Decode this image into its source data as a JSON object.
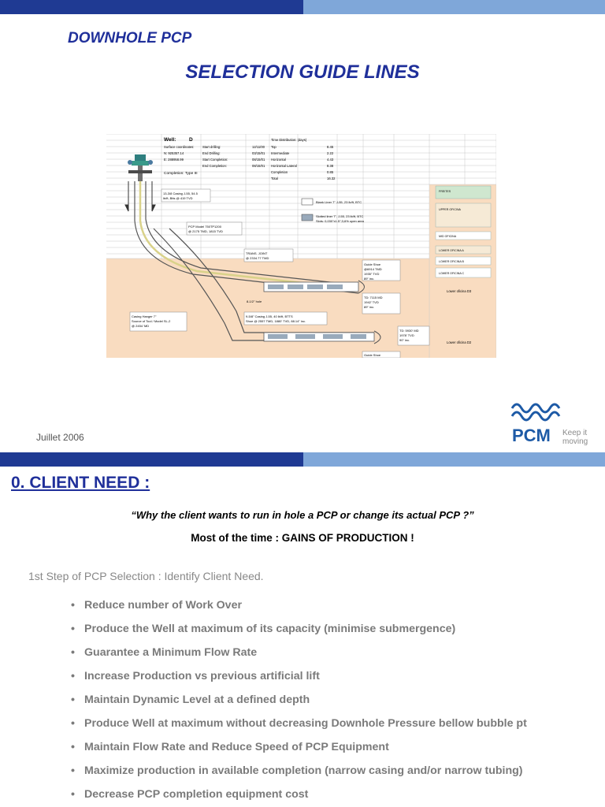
{
  "slide1": {
    "title": "DOWNHOLE PCP",
    "subtitle": "SELECTION GUIDE LINES",
    "date": "Juillet 2006",
    "diagram": {
      "well_label": "Well:",
      "well_value": "D",
      "header_rows": [
        "Surface coordinates:",
        "N: 925357.14",
        "E: 288958.99",
        "",
        "Completion:  Type III"
      ],
      "start_labels": [
        "Start drilling:",
        "End Drilling:",
        "Start Completion:",
        "End Completion:"
      ],
      "start_dates": [
        "12/11/00",
        "03/15/01",
        "08/15/01",
        "08/15/01"
      ],
      "time_title": "Time Distribution:  (days)",
      "time_labels": [
        "Top",
        "Intermediate",
        "Horizontal",
        "Horizontal Lateral",
        "Completion",
        "Total"
      ],
      "time_values": [
        "8.45",
        "2.22",
        "4.43",
        "8.38",
        "0.85",
        "16.32"
      ],
      "casing_13": [
        "13-3/8 Casing J-55, 54.5",
        "lb/ft, Btts @ 419 TVD"
      ],
      "pcp_model": [
        "PCP Model 750TP1200",
        "@ 2175 TMD, 1815 TVD"
      ],
      "trans_joint": [
        "TRANS. JOINT",
        "@ 2334.77 TMD"
      ],
      "blank_liner": "Blank Liner 7\" J-55, 23 lb/ft, BTC",
      "slotted_liner": [
        "Slotted liner 7\", J-55, 23 lb/ft, BTC",
        "Slots: 0,030\"x1.5\";3,6% open area"
      ],
      "guide_shoe_1": [
        "Guide Shoe",
        "@6914 TMD",
        "1935\" TVD",
        "89\" inc."
      ],
      "hole": "8-1/2\" hole",
      "td_1": [
        "TD: 7115 MD",
        "1942' TVD",
        "89\" inc."
      ],
      "casing_hanger": [
        "Casing Hanger 7\"",
        "Source of Tool / Model SL-2",
        "@ 2454 'MD"
      ],
      "casing_958": [
        "9-5/8\" Casing J-55, 40 lb/ft, BTTS",
        "Shoe @ 2557 TMD, 1880' TVD, 88.14\" inc."
      ],
      "td_2": [
        "TD: 5930' MD",
        "1978' TVD",
        "90\" inc."
      ],
      "guide_shoe_2": "Guide Shoe",
      "zones": [
        "FREITES",
        "UPPER OFICINA",
        "MID OFICINA",
        "LOWER OFICINA A",
        "LOWER OFICINA B",
        "LOWER OFICINA C",
        "Lower oficina D3",
        "Lower oficina D2"
      ]
    },
    "logo": {
      "brand": "PCM",
      "tagline_1": "Keep it",
      "tagline_2": "moving",
      "brand_color": "#1d5aa6",
      "tagline_color": "#8a8a8a"
    }
  },
  "slide2": {
    "title": "0. CLIENT NEED :",
    "quote": "“Why the client wants to run in hole a PCP or change its actual PCP ?”",
    "mostly": "Most of the time : GAINS OF PRODUCTION !",
    "step": "1st Step of PCP Selection : Identify Client Need.",
    "bullet_symbol": "•",
    "bullets": [
      "Reduce number of Work Over",
      "Produce the Well at maximum of its capacity (minimise submergence)",
      "Guarantee a Minimum Flow Rate",
      "Increase Production vs previous artificial lift",
      "Maintain Dynamic Level at a defined depth",
      "Produce Well at maximum without decreasing Downhole Pressure bellow bubble pt",
      "Maintain Flow Rate and Reduce Speed of PCP Equipment",
      "Maximize production in available completion (narrow casing and/or narrow tubing)",
      "Decrease PCP completion equipment cost"
    ]
  },
  "colors": {
    "bar_dark": "#1f3a93",
    "bar_light": "#7fa7d9",
    "title_blue": "#1f2f9a",
    "formation_fill": "#f9dcc0"
  }
}
